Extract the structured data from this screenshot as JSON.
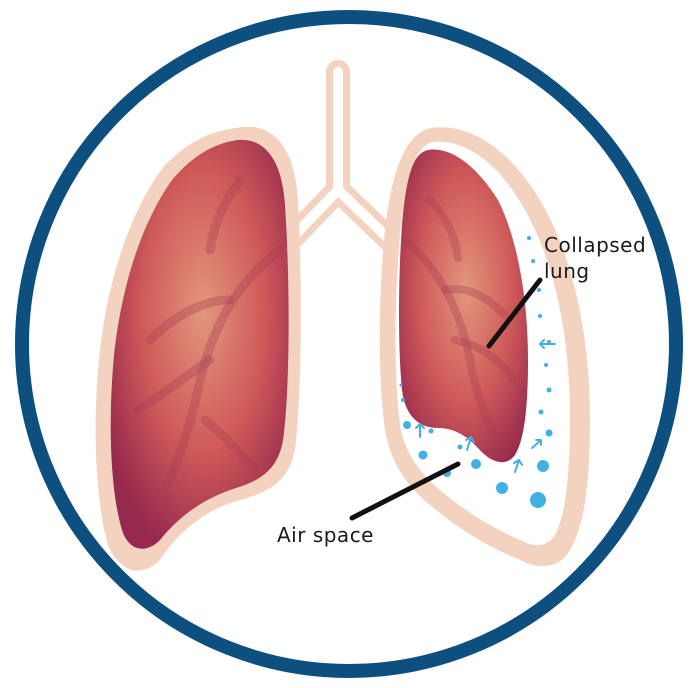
{
  "labels": {
    "collapsed_line1": "Collapsed",
    "collapsed_line2": "lung",
    "air_space": "Air space"
  },
  "colors": {
    "ring": "#0d4f7e",
    "lining": "#f3d3c0",
    "lung_center": "#e2967c",
    "lung_mid": "#cf5a59",
    "lung_edge": "#96294e",
    "bubbles": "#43b0e2",
    "pointer": "#111111"
  }
}
